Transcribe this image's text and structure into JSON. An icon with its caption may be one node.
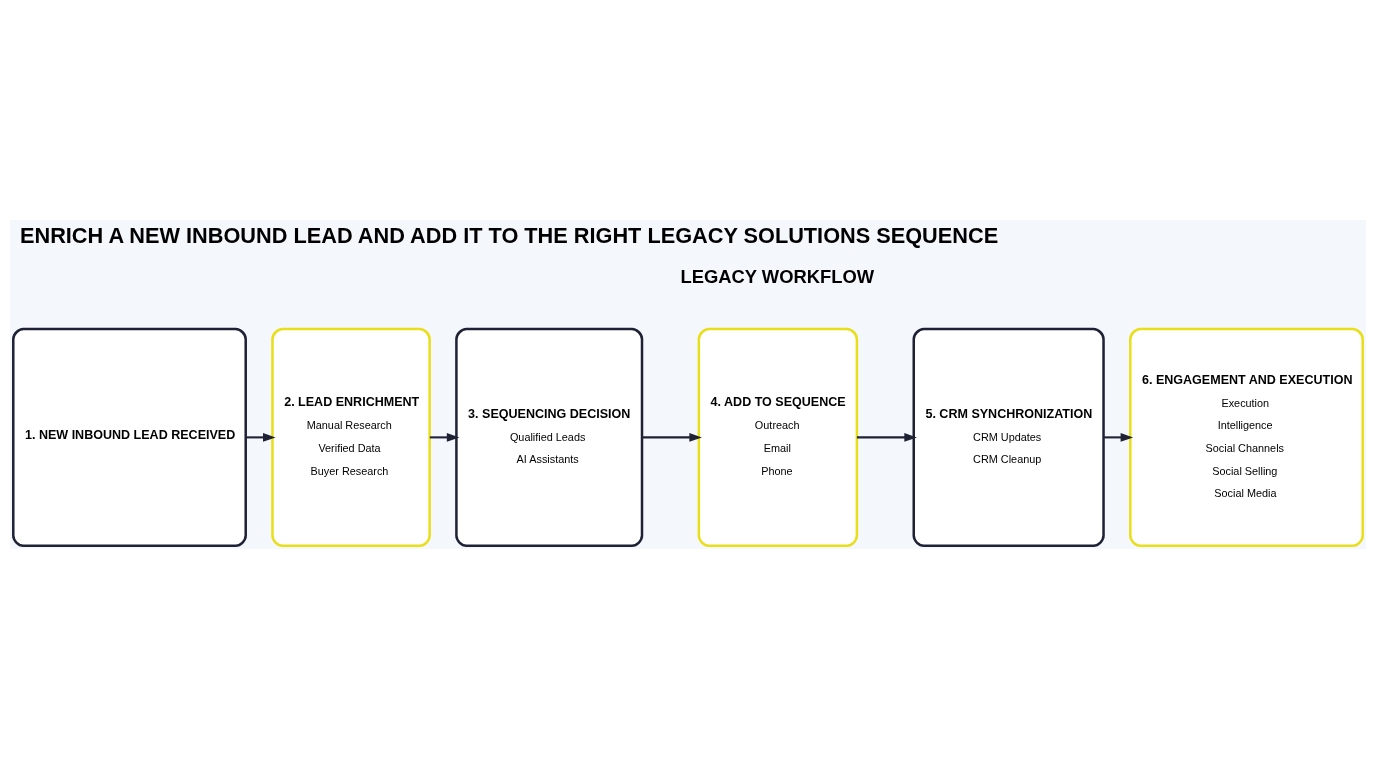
{
  "diagram": {
    "title": "ENRICH A NEW INBOUND LEAD AND ADD IT TO THE RIGHT LEGACY SOLUTIONS SEQUENCE",
    "nodes": [
      {
        "text": [
          "1. NEW INBOUND LEAD RECEIVED"
        ]
      },
      {
        "text": [
          "2. LEAD ENRICHMENT",
          "Manual Research",
          "Verified Data",
          "Buyer Research"
        ]
      },
      {
        "text": [
          "3. SEQUENCING DECISION",
          "Qualified Leads",
          "AI Assistants"
        ]
      },
      {
        "text": [
          "4. ADD TO SEQUENCE",
          "Outreach",
          "Email",
          "Phone"
        ]
      },
      {
        "text": [
          "5. CRM SYNCHRONIZATION",
          "CRM Updates",
          "CRM Cleanup"
        ]
      },
      {
        "text": [
          "6. ENGAGEMENT AND EXECUTION",
          "Execution",
          "Intelligence",
          "Social Channels",
          "Social Selling",
          "Social Media"
        ]
      }
    ],
    "edges": [
      {
        "from": 0,
        "to": 1,
        "arrow": "to"
      },
      {
        "from": 1,
        "to": 2,
        "arrow": "to"
      },
      {
        "from": 2,
        "to": 3,
        "arrow": "to"
      },
      {
        "from": 3,
        "to": 4,
        "arrow": "to"
      },
      {
        "from": 4,
        "to": 5,
        "arrow": "to"
      }
    ],
    "labels": [
      "LEGACY WORKFLOW"
    ]
  }
}
